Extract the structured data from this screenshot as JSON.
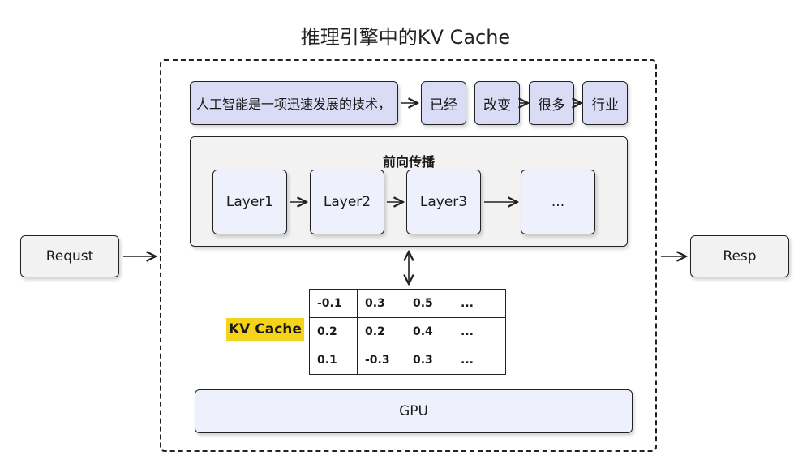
{
  "title": "推理引擎中的KV Cache",
  "request": "Requst",
  "response": "Resp",
  "tokens": {
    "sentence": "人工智能是一项迅速发展的技术，",
    "generated": [
      "已经",
      "改变",
      "很多",
      "行业"
    ]
  },
  "forward": {
    "title": "前向传播",
    "layers": [
      "Layer1",
      "Layer2",
      "Layer3",
      "..."
    ]
  },
  "kv_cache": {
    "label": "KV Cache",
    "rows": [
      [
        "-0.1",
        "0.3",
        "0.5",
        "..."
      ],
      [
        "0.2",
        "0.2",
        "0.4",
        "..."
      ],
      [
        "0.1",
        "-0.3",
        "0.3",
        "..."
      ]
    ]
  },
  "gpu": "GPU"
}
